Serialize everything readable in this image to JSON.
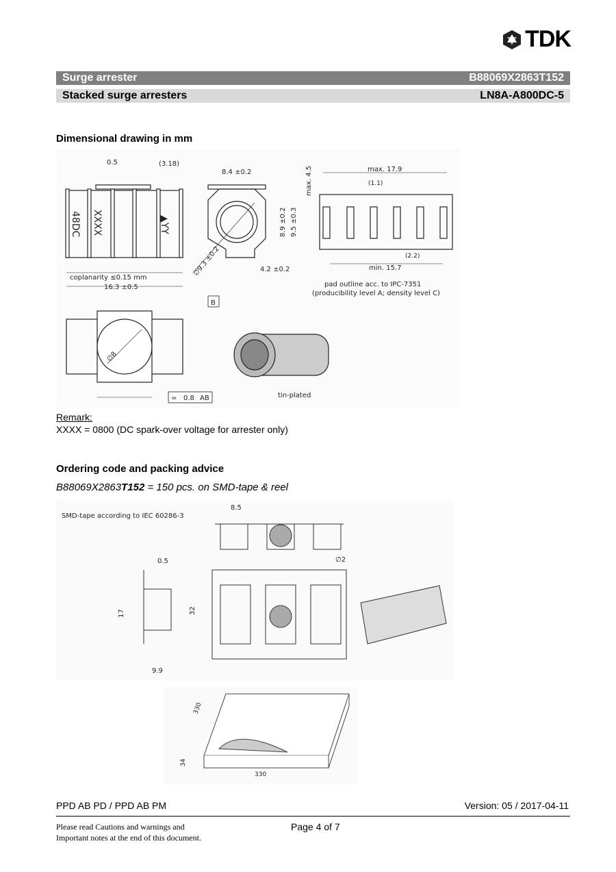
{
  "logo": {
    "text": "TDK"
  },
  "header": {
    "product": "Surge arrester",
    "code": "B88069X2863T152",
    "subtitle": "Stacked surge arresters",
    "type": "LN8A-A800DC-5"
  },
  "dimensional": {
    "title": "Dimensional drawing in mm",
    "labels": {
      "d05": "0.5",
      "d318": "(3.18)",
      "d84": "8.4 ±0.2",
      "d89": "8.9 ±0.2",
      "d95": "9.5 ±0.3",
      "dia93": "∅9.3 ±0.2",
      "d42": "4.2 ±0.2",
      "max45": "max. 4.5",
      "max179": "max. 17.9",
      "d11": "(1.1)",
      "d22": "(2.2)",
      "min157": "min. 15.7",
      "coplanarity": "coplanarity ≤0.15 mm",
      "d163": "16.3 ±0.5",
      "pad1": "pad outline acc. to IPC-7351",
      "pad2": "(producibility level A; density level C)",
      "mark1": "48DC",
      "mark2": "XXXX",
      "mark3": "▲YY",
      "datumB": "B",
      "dia8": "∅8",
      "tol_sym": "=",
      "tol_val": "0.8",
      "tol_ref": "AB",
      "tinplated": "tin-plated"
    }
  },
  "remark": {
    "label": "Remark:",
    "text": "XXXX = 0800 (DC spark-over voltage for arrester only)"
  },
  "ordering": {
    "title": "Ordering code and packing advice",
    "code_prefix": "B88069X2863",
    "code_suffix": "T152",
    "code_rest": " = 150 pcs. on SMD-tape & reel"
  },
  "tape": {
    "caption": "SMD-tape according to IEC 60286-3",
    "d85": "8.5",
    "d05": "0.5",
    "d2": "∅2",
    "d17": "17",
    "d32": "32",
    "d99": "9.9",
    "r330a": "330",
    "r34": "34",
    "r330b": "330"
  },
  "footer": {
    "dept": "PPD AB PD / PPD AB PM",
    "version": "Version: 05 / 2017-04-11",
    "note1": "Please read Cautions and warnings and",
    "note2": "Important notes at the end of this document.",
    "page": "Page 4 of 7"
  }
}
